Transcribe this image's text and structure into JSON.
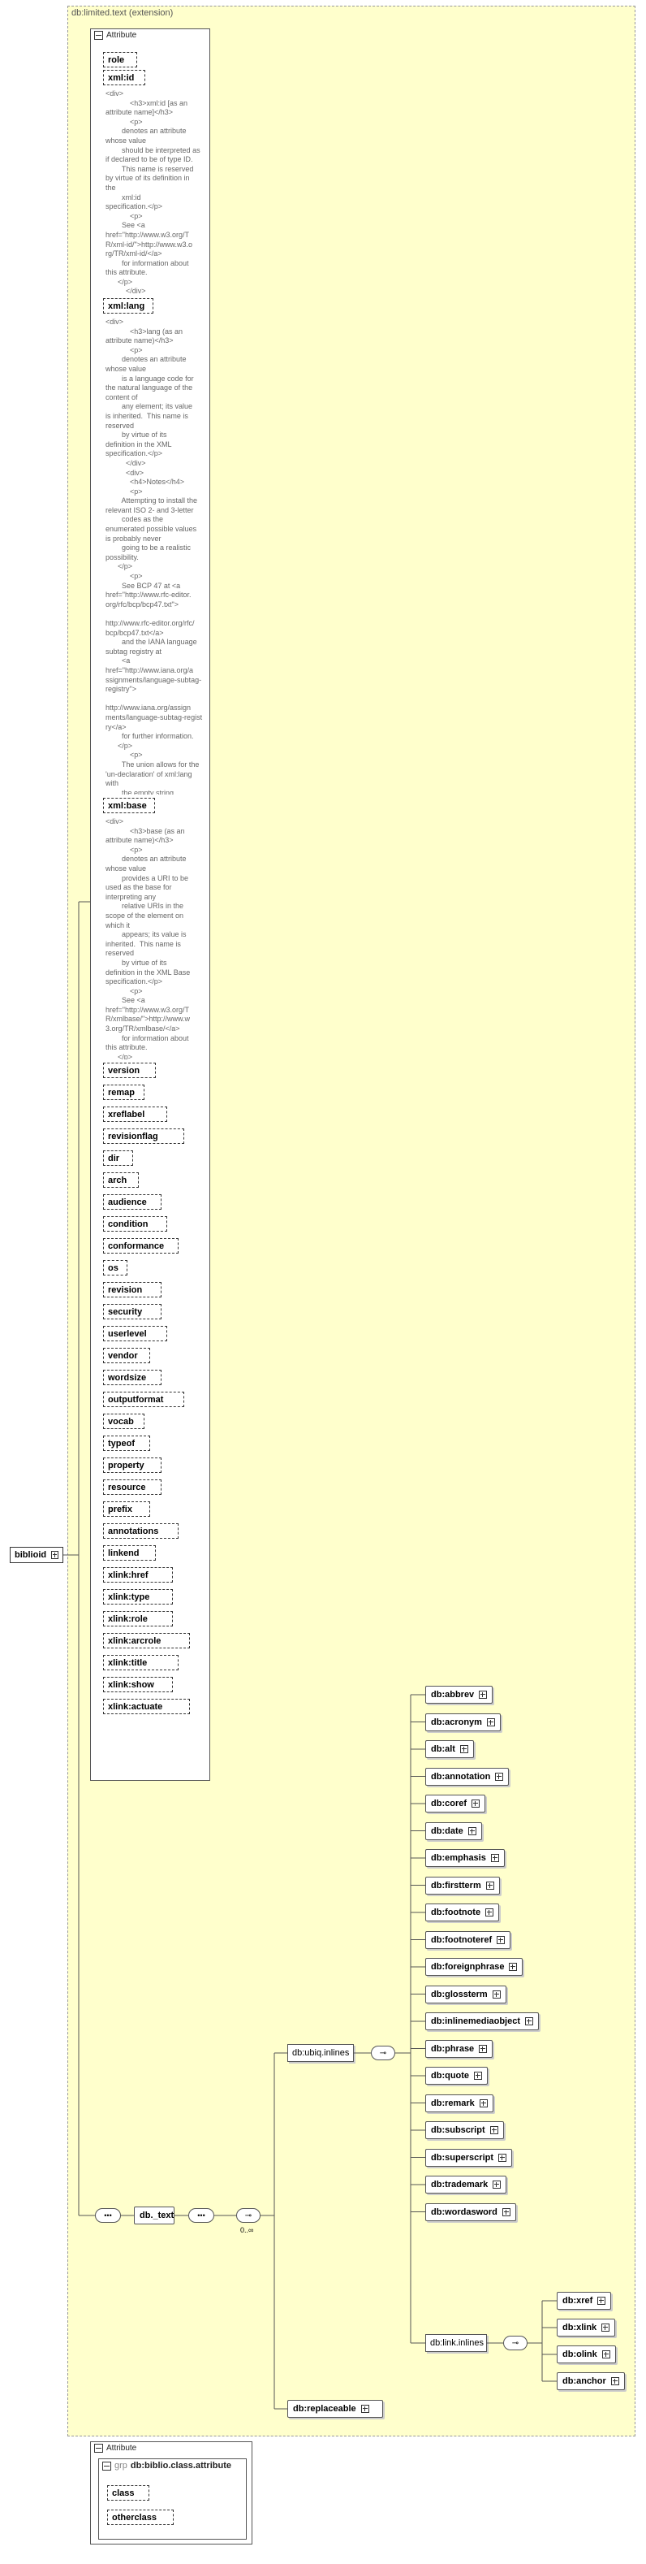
{
  "extension_label": "db:limited.text (extension)",
  "root": {
    "name": "biblioid"
  },
  "attribute_panel": {
    "title": "Attribute",
    "items": [
      {
        "name": "role",
        "doc": ""
      },
      {
        "name": "xml:id",
        "doc": "<div>\n            <h3>xml:id [as an\nattribute name]</h3>\n            <p>\n        denotes an attribute\nwhose value\n        should be interpreted as\nif declared to be of type ID.\n        This name is reserved\nby virtue of its definition in\nthe\n        xml:id\nspecification.</p>\n            <p>\n        See <a\nhref=\"http://www.w3.org/T\nR/xml-id/\">http://www.w3.o\nrg/TR/xml-id/</a>\n        for information about\nthis attribute.\n      </p>\n          </div>"
      },
      {
        "name": "xml:lang",
        "doc": "<div>\n            <h3>lang (as an\nattribute name)</h3>\n            <p>\n        denotes an attribute\nwhose value\n        is a language code for\nthe natural language of the\ncontent of\n        any element; its value\nis inherited.  This name is\nreserved\n        by virtue of its\ndefinition in the XML\nspecification.</p>\n          </div>\n          <div>\n            <h4>Notes</h4>\n            <p>\n        Attempting to install the\nrelevant ISO 2- and 3-letter\n        codes as the\nenumerated possible values\nis probably never\n        going to be a realistic\npossibility.\n      </p>\n            <p>\n        See BCP 47 at <a\nhref=\"http://www.rfc-editor.\norg/rfc/bcp/bcp47.txt\">\n\nhttp://www.rfc-editor.org/rfc/\nbcp/bcp47.txt</a>\n        and the IANA language\nsubtag registry at\n        <a\nhref=\"http://www.iana.org/a\nssignments/language-subtag-\nregistry\">\n\nhttp://www.iana.org/assign\nments/language-subtag-regist\nry</a>\n        for further information.\n      </p>\n            <p>\n        The union allows for the\n'un-declaration' of xml:lang\nwith\n        the empty string.\n      </p>\n          </div>"
      },
      {
        "name": "xml:base",
        "doc": "<div>\n            <h3>base (as an\nattribute name)</h3>\n            <p>\n        denotes an attribute\nwhose value\n        provides a URI to be\nused as the base for\ninterpreting any\n        relative URIs in the\nscope of the element on\nwhich it\n        appears; its value is\ninherited.  This name is\nreserved\n        by virtue of its\ndefinition in the XML Base\nspecification.</p>\n            <p>\n        See <a\nhref=\"http://www.w3.org/T\nR/xmlbase/\">http://www.w\n3.org/TR/xmlbase/</a>\n        for information about\nthis attribute.\n      </p>\n          </div>"
      },
      {
        "name": "version",
        "doc": ""
      },
      {
        "name": "remap",
        "doc": ""
      },
      {
        "name": "xreflabel",
        "doc": ""
      },
      {
        "name": "revisionflag",
        "doc": ""
      },
      {
        "name": "dir",
        "doc": ""
      },
      {
        "name": "arch",
        "doc": ""
      },
      {
        "name": "audience",
        "doc": ""
      },
      {
        "name": "condition",
        "doc": ""
      },
      {
        "name": "conformance",
        "doc": ""
      },
      {
        "name": "os",
        "doc": ""
      },
      {
        "name": "revision",
        "doc": ""
      },
      {
        "name": "security",
        "doc": ""
      },
      {
        "name": "userlevel",
        "doc": ""
      },
      {
        "name": "vendor",
        "doc": ""
      },
      {
        "name": "wordsize",
        "doc": ""
      },
      {
        "name": "outputformat",
        "doc": ""
      },
      {
        "name": "vocab",
        "doc": ""
      },
      {
        "name": "typeof",
        "doc": ""
      },
      {
        "name": "property",
        "doc": ""
      },
      {
        "name": "resource",
        "doc": ""
      },
      {
        "name": "prefix",
        "doc": ""
      },
      {
        "name": "annotations",
        "doc": ""
      },
      {
        "name": "linkend",
        "doc": ""
      },
      {
        "name": "xlink:href",
        "doc": ""
      },
      {
        "name": "xlink:type",
        "doc": ""
      },
      {
        "name": "xlink:role",
        "doc": ""
      },
      {
        "name": "xlink:arcrole",
        "doc": ""
      },
      {
        "name": "xlink:title",
        "doc": ""
      },
      {
        "name": "xlink:show",
        "doc": ""
      },
      {
        "name": "xlink:actuate",
        "doc": ""
      }
    ]
  },
  "content_model": {
    "text_node": "db._text",
    "cardinality": "0..∞",
    "groups": [
      {
        "name": "db:ubiq.inlines",
        "elements": [
          "db:abbrev",
          "db:acronym",
          "db:alt",
          "db:annotation",
          "db:coref",
          "db:date",
          "db:emphasis",
          "db:firstterm",
          "db:footnote",
          "db:footnoteref",
          "db:foreignphrase",
          "db:glossterm",
          "db:inlinemediaobject",
          "db:phrase",
          "db:quote",
          "db:remark",
          "db:subscript",
          "db:superscript",
          "db:trademark",
          "db:wordasword"
        ],
        "subgroup": {
          "name": "db:link.inlines",
          "elements": [
            "db:xref",
            "db:xlink",
            "db:olink",
            "db:anchor"
          ]
        }
      }
    ],
    "trailing_element": "db:replaceable"
  },
  "bottom_panel": {
    "title": "Attribute",
    "group_prefix": "grp",
    "group_name": "db:biblio.class.attribute",
    "items": [
      "class",
      "otherclass"
    ]
  }
}
